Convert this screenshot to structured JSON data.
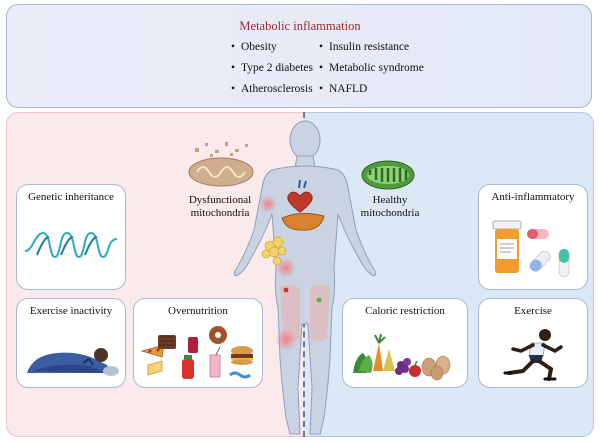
{
  "header": {
    "title": "Metabolic inflammation",
    "diseases_left": [
      "Obesity",
      "Type 2 diabetes",
      "Atherosclerosis"
    ],
    "diseases_right": [
      "Insulin resistance",
      "Metabolic syndrome",
      "NAFLD"
    ]
  },
  "left_side": {
    "mitochondria_label_line1": "Dysfunctional",
    "mitochondria_label_line2": "mitochondria",
    "cards": {
      "genetic": "Genetic inheritance",
      "inactivity": "Exercise inactivity",
      "overnutrition": "Overnutrition"
    }
  },
  "right_side": {
    "mitochondria_label_line1": "Healthy",
    "mitochondria_label_line2": "mitochondria",
    "cards": {
      "anti_inflammatory": "Anti-inflammatory",
      "caloric": "Caloric restriction",
      "exercise": "Exercise"
    }
  },
  "colors": {
    "title_red": "#9a2a2a",
    "left_bg": "#fbeaec",
    "right_bg": "#dde8f6",
    "card_border": "#a9b9cf",
    "dna": "#2fa9c4",
    "healthy_mito": "#4f9a3d",
    "dysfunctional_mito": "#cfae8e"
  },
  "icons": [
    "dna-helix-icon",
    "sleeping-person-icon",
    "junk-food-icon",
    "pill-bottle-icon",
    "vegetables-eggs-icon",
    "runner-icon",
    "human-body-icon",
    "mitochondrion-icon"
  ]
}
